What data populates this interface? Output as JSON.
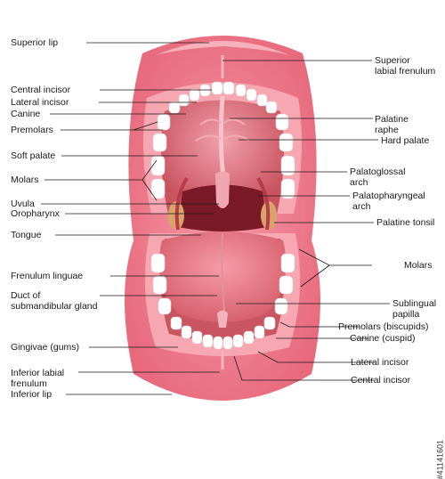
{
  "labels_left": [
    {
      "id": "superior-lip",
      "text": "Superior lip"
    },
    {
      "id": "central-incisor",
      "text": "Central incisor"
    },
    {
      "id": "lateral-incisor",
      "text": "Lateral incisor"
    },
    {
      "id": "canine",
      "text": "Canine"
    },
    {
      "id": "premolars",
      "text": "Premolars"
    },
    {
      "id": "soft-palate",
      "text": "Soft palate"
    },
    {
      "id": "molars",
      "text": "Molars"
    },
    {
      "id": "uvula",
      "text": "Uvula"
    },
    {
      "id": "oropharynx",
      "text": "Oropharynx"
    },
    {
      "id": "tongue",
      "text": "Tongue"
    },
    {
      "id": "frenulum-linguae",
      "text": "Frenulum  linguae"
    },
    {
      "id": "duct-line1",
      "text": "Duct of"
    },
    {
      "id": "duct-line2",
      "text": "submandibular  gland"
    },
    {
      "id": "gingivae",
      "text": "Gingivae (gums)"
    },
    {
      "id": "inferior-labial-frenulum-1",
      "text": "Inferior labial"
    },
    {
      "id": "inferior-labial-frenulum-2",
      "text": "frenulum"
    },
    {
      "id": "inferior-lip",
      "text": "Inferior lip"
    }
  ],
  "labels_right": [
    {
      "id": "superior-labial-frenulum-1",
      "text": "Superior"
    },
    {
      "id": "superior-labial-frenulum-2",
      "text": "labial frenulum"
    },
    {
      "id": "palatine-raphe-1",
      "text": "Palatine"
    },
    {
      "id": "palatine-raphe-2",
      "text": "raphe"
    },
    {
      "id": "hard-palate",
      "text": "Hard palate"
    },
    {
      "id": "palatoglossal-1",
      "text": "Palatoglossal"
    },
    {
      "id": "palatoglossal-2",
      "text": "arch"
    },
    {
      "id": "palatopharyngeal-1",
      "text": "Palatopharyngeal"
    },
    {
      "id": "palatopharyngeal-2",
      "text": "arch"
    },
    {
      "id": "palatine-tonsil",
      "text": "Palatine tonsil"
    },
    {
      "id": "molars-right",
      "text": "Molars"
    },
    {
      "id": "sublingual-1",
      "text": "Sublingual"
    },
    {
      "id": "sublingual-2",
      "text": "papilla"
    },
    {
      "id": "premolars-bicuspids",
      "text": "Premolars (biscupids)"
    },
    {
      "id": "canine-cuspid",
      "text": "Canine (cuspid)"
    },
    {
      "id": "lateral-incisor-right",
      "text": "Lateral incisor"
    },
    {
      "id": "central-incisor-right",
      "text": "Central incisor"
    }
  ],
  "watermark_text": "#41141601",
  "colors": {
    "lip": "#f07c8c",
    "lip_dark": "#d85a6e",
    "gum": "#f7a7b2",
    "palate": "#e27c87",
    "throat": "#8a1f2a",
    "tongue": "#e8737f",
    "tooth": "#ffffff",
    "line": "#1a1a1a"
  }
}
